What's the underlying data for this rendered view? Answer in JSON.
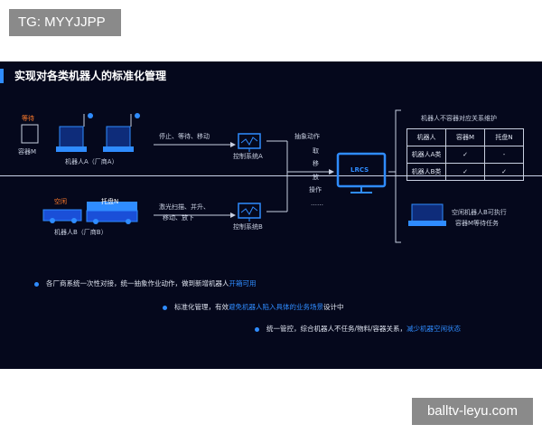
{
  "watermark_top": "TG: MYYJJPP",
  "watermark_bottom": "balltv-leyu.com",
  "slide": {
    "title": "实现对各类机器人的标准化管理",
    "robot_a": {
      "status": "等待",
      "container": "容器M",
      "name": "机器人A（厂商A）",
      "actions": "停止、等待、移动",
      "controller": "控制系统A"
    },
    "robot_b": {
      "status": "空闲",
      "tray": "托盘N",
      "name": "机器人B（厂商B）",
      "actions_line1": "激光扫描、并升、",
      "actions_line2": "移动、放下",
      "controller": "控制系统B"
    },
    "abstract": {
      "title": "抽象动作",
      "items": [
        "取",
        "移",
        "放",
        "操作",
        "……"
      ]
    },
    "center": "LRCS",
    "right_panel": {
      "title": "机器人不容器对应关系维护",
      "header": [
        "机器人",
        "容器M",
        "托盘N"
      ],
      "rows": [
        [
          "机器人A类",
          "✓",
          "-"
        ],
        [
          "机器人B类",
          "✓",
          "✓"
        ]
      ],
      "task_line1": "空闲机器人B可执行",
      "task_line2": "容器M等待任务"
    },
    "bullets": [
      {
        "pre": "各厂商系统一次性对接，统一抽象作业动作，做到新增机器人",
        "hl": "开箱可用",
        "post": ""
      },
      {
        "pre": "标准化管理，有效",
        "hl": "避免机器人陷入具体的业务场景",
        "post": "设计中"
      },
      {
        "pre": "统一管控，综合机器人不任务/物料/容器关系，",
        "hl": "减少机器空闲状态",
        "post": ""
      }
    ]
  }
}
